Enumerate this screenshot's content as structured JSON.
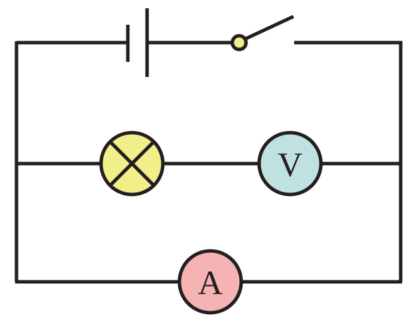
{
  "colors": {
    "wire": "#231f20",
    "lamp_fill": "#f1ef8a",
    "voltmeter_fill": "#bfe1e0",
    "ammeter_fill": "#f5b3b3",
    "switch_pivot_fill": "#f1ef8a",
    "background": "#ffffff"
  },
  "components": {
    "battery": {
      "icon": "battery-cell-icon"
    },
    "switch": {
      "icon": "switch-open-icon",
      "state": "open"
    },
    "lamp": {
      "icon": "lamp-cross-icon"
    },
    "voltmeter": {
      "icon": "voltmeter-icon",
      "label": "V"
    },
    "ammeter": {
      "icon": "ammeter-icon",
      "label": "A"
    }
  }
}
